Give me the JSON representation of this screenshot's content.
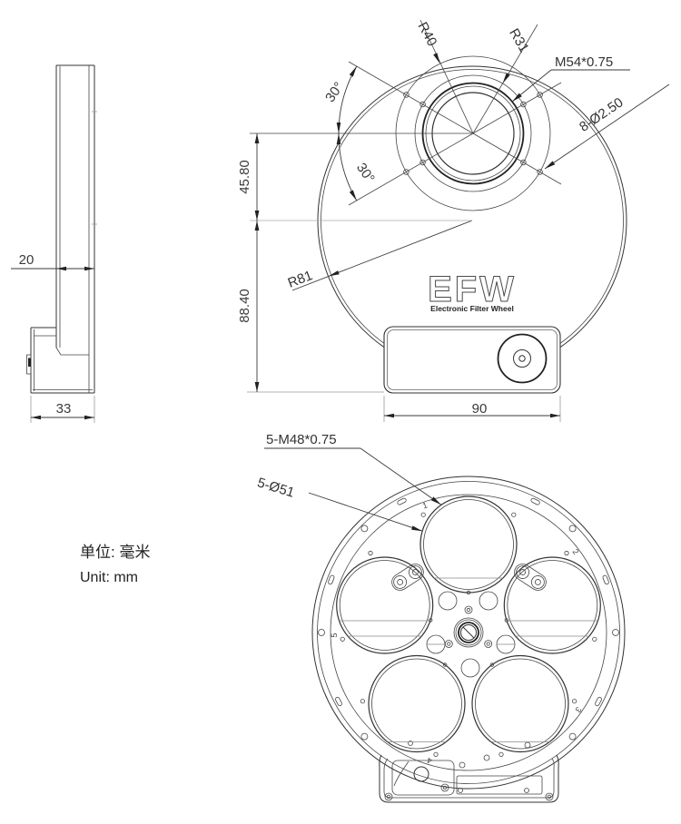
{
  "drawing": {
    "unit_note": {
      "zh": "单位: 毫米",
      "en": "Unit: mm"
    },
    "side_view": {
      "thickness": "20",
      "depth": "33"
    },
    "front_view": {
      "r40": "R40",
      "r31": "R31",
      "thread": "M54*0.75",
      "bolt_holes": "8-Ø2.50",
      "angle_top": "30°",
      "angle_bottom": "30°",
      "dim_center_offset": "45.80",
      "dim_center_to_base": "88.40",
      "radius_body": "R81",
      "dim_base_width": "90",
      "logo": "EFW",
      "logo_sub": "Electronic Filter Wheel"
    },
    "back_view": {
      "thread_spec": "5-M48*0.75",
      "bore_spec": "5-Ø51",
      "positions": [
        "1",
        "2",
        "3",
        "4",
        "5"
      ]
    }
  }
}
